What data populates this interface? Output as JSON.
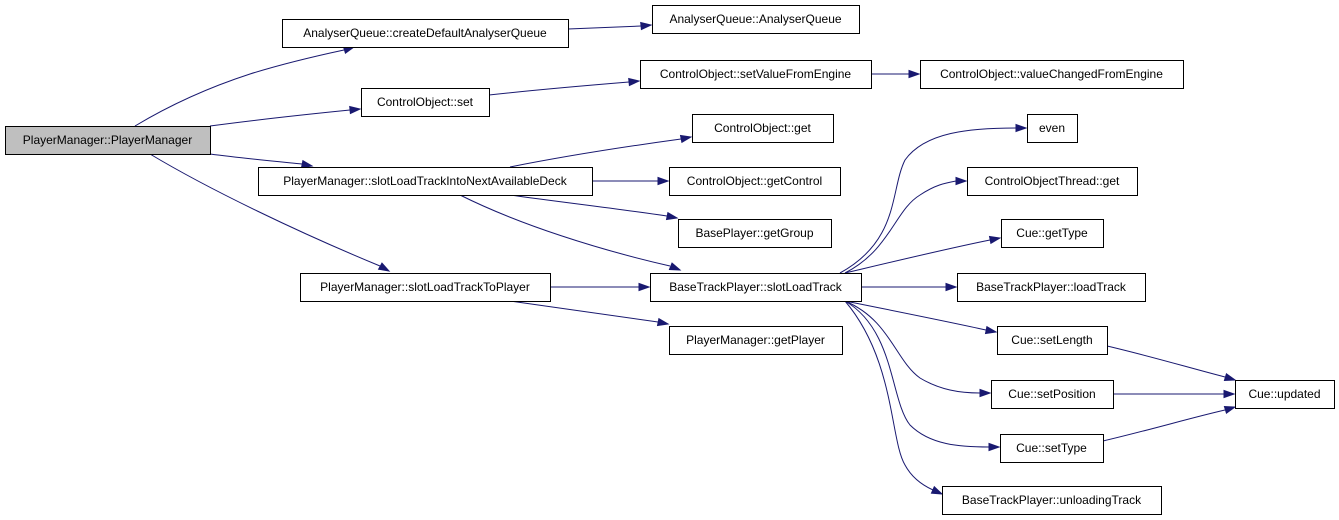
{
  "nodes": [
    {
      "id": "n_pm_ctor",
      "label": "PlayerManager::PlayerManager",
      "root": true
    },
    {
      "id": "n_aq_create",
      "label": "AnalyserQueue::createDefaultAnalyserQueue"
    },
    {
      "id": "n_aq_ctor",
      "label": "AnalyserQueue::AnalyserQueue"
    },
    {
      "id": "n_co_set",
      "label": "ControlObject::set"
    },
    {
      "id": "n_co_svfe",
      "label": "ControlObject::setValueFromEngine"
    },
    {
      "id": "n_co_vcfe",
      "label": "ControlObject::valueChangedFromEngine"
    },
    {
      "id": "n_co_get",
      "label": "ControlObject::get"
    },
    {
      "id": "n_pm_sltinad",
      "label": "PlayerManager::slotLoadTrackIntoNextAvailableDeck"
    },
    {
      "id": "n_co_getcontrol",
      "label": "ControlObject::getControl"
    },
    {
      "id": "n_bp_getgroup",
      "label": "BasePlayer::getGroup"
    },
    {
      "id": "n_pm_slttp",
      "label": "PlayerManager::slotLoadTrackToPlayer"
    },
    {
      "id": "n_btp_slt",
      "label": "BaseTrackPlayer::slotLoadTrack"
    },
    {
      "id": "n_pm_getplayer",
      "label": "PlayerManager::getPlayer"
    },
    {
      "id": "n_even",
      "label": "even"
    },
    {
      "id": "n_cot_get",
      "label": "ControlObjectThread::get"
    },
    {
      "id": "n_cue_gettype",
      "label": "Cue::getType"
    },
    {
      "id": "n_btp_loadtrack",
      "label": "BaseTrackPlayer::loadTrack"
    },
    {
      "id": "n_cue_setlength",
      "label": "Cue::setLength"
    },
    {
      "id": "n_cue_setposition",
      "label": "Cue::setPosition"
    },
    {
      "id": "n_cue_settype",
      "label": "Cue::setType"
    },
    {
      "id": "n_cue_updated",
      "label": "Cue::updated"
    },
    {
      "id": "n_btp_unloading",
      "label": "BaseTrackPlayer::unloadingTrack"
    }
  ],
  "edges": [
    {
      "from": "n_pm_ctor",
      "to": "n_aq_create"
    },
    {
      "from": "n_pm_ctor",
      "to": "n_co_set"
    },
    {
      "from": "n_pm_ctor",
      "to": "n_pm_sltinad"
    },
    {
      "from": "n_pm_ctor",
      "to": "n_pm_slttp"
    },
    {
      "from": "n_aq_create",
      "to": "n_aq_ctor"
    },
    {
      "from": "n_co_set",
      "to": "n_co_svfe"
    },
    {
      "from": "n_co_svfe",
      "to": "n_co_vcfe"
    },
    {
      "from": "n_pm_sltinad",
      "to": "n_co_get"
    },
    {
      "from": "n_pm_sltinad",
      "to": "n_co_getcontrol"
    },
    {
      "from": "n_pm_sltinad",
      "to": "n_bp_getgroup"
    },
    {
      "from": "n_pm_sltinad",
      "to": "n_btp_slt"
    },
    {
      "from": "n_pm_slttp",
      "to": "n_btp_slt"
    },
    {
      "from": "n_pm_slttp",
      "to": "n_pm_getplayer"
    },
    {
      "from": "n_btp_slt",
      "to": "n_even"
    },
    {
      "from": "n_btp_slt",
      "to": "n_cot_get"
    },
    {
      "from": "n_btp_slt",
      "to": "n_cue_gettype"
    },
    {
      "from": "n_btp_slt",
      "to": "n_btp_loadtrack"
    },
    {
      "from": "n_btp_slt",
      "to": "n_cue_setlength"
    },
    {
      "from": "n_btp_slt",
      "to": "n_cue_setposition"
    },
    {
      "from": "n_btp_slt",
      "to": "n_cue_settype"
    },
    {
      "from": "n_btp_slt",
      "to": "n_btp_unloading"
    },
    {
      "from": "n_cue_setlength",
      "to": "n_cue_updated"
    },
    {
      "from": "n_cue_setposition",
      "to": "n_cue_updated"
    },
    {
      "from": "n_cue_settype",
      "to": "n_cue_updated"
    }
  ]
}
